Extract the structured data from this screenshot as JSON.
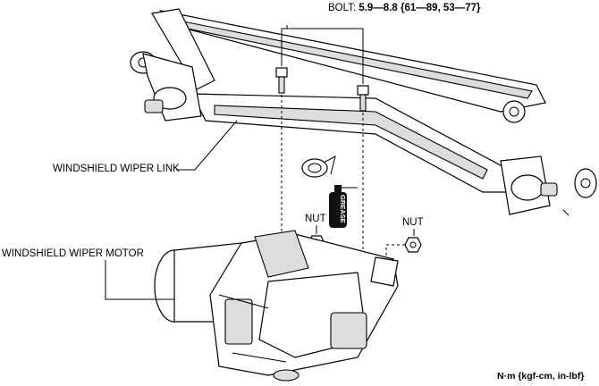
{
  "labels": {
    "bolt_prefix": "BOLT:",
    "bolt_torque": "5.9—8.8 {61—89, 53—77}",
    "wiper_link": "WINDSHIELD WIPER LINK",
    "nut_left": "NUT",
    "nut_right": "NUT",
    "wiper_motor": "WINDSHIELD WIPER MOTOR",
    "units": "N·m {kgf-cm, in-lbf}",
    "grease": "GREASE"
  }
}
